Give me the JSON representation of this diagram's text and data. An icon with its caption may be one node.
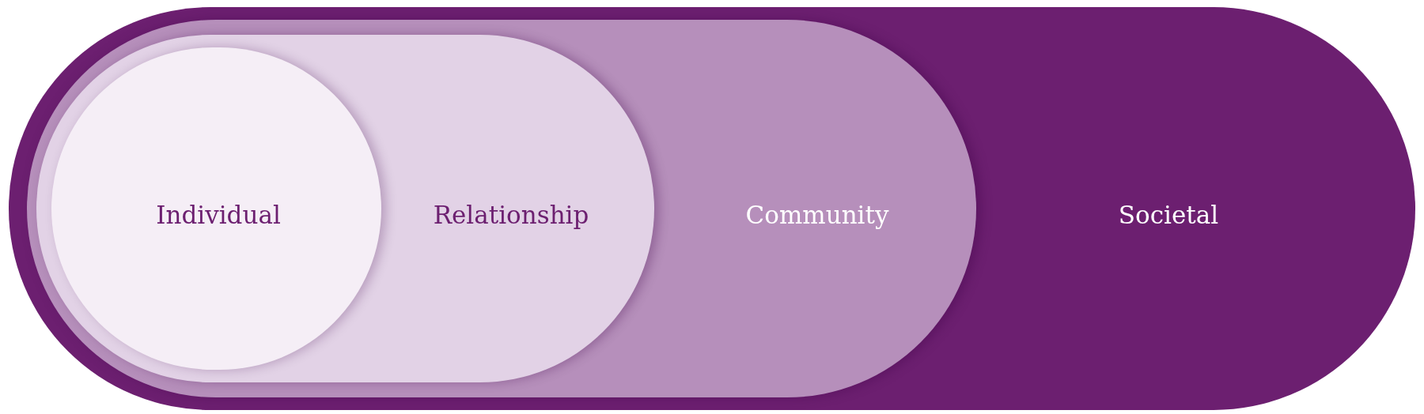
{
  "diagram": {
    "nodes": [
      {
        "text": [
          "Societal"
        ]
      },
      {
        "text": [
          "Community"
        ],
        "in": 0
      },
      {
        "text": [
          "Relationship"
        ],
        "in": 1
      },
      {
        "text": [
          "Individual"
        ],
        "in": 2
      }
    ]
  }
}
